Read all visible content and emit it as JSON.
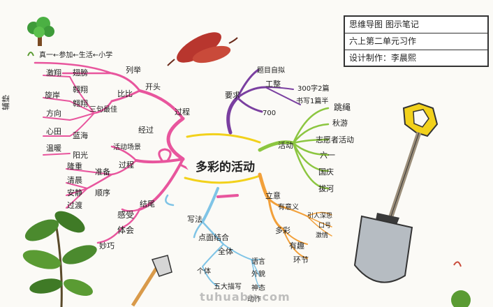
{
  "header": {
    "title": "思维导图 图示笔记",
    "unit": "六上第二单元习作",
    "designer": "设计制作：李晨熙"
  },
  "center": "多彩的活动",
  "left_top": {
    "chain": "真一←参加←生活←小学",
    "fuzhu": "辅垫",
    "list1": [
      "激翔",
      "旋岸",
      "方向",
      "心田",
      "温暖"
    ],
    "list2": [
      "翅膀",
      "翱翔",
      "翱翔",
      "蓝海",
      "阳光"
    ],
    "branch_liechu": "列举",
    "branch_bihua": "比比",
    "branch_sanju": "三句最佳",
    "branch_kaitou": "开头",
    "branch_guocheng": "过程"
  },
  "left_mid": {
    "jingguo": "经过",
    "huodong_changjing": "活动场景",
    "guocheng2": "过程",
    "zhunbei": "准备",
    "shunxu": "顺序",
    "longzhong": "隆重",
    "qingchen": "清晨",
    "anjing": "安静",
    "guodu": "过渡"
  },
  "left_bottom": {
    "ganshou": "感受",
    "tihui": "体会",
    "jiewei": "结尾",
    "jiqiao": "妙巧"
  },
  "right_top": {
    "yaoqiu": "要求",
    "tizi_ziba": "题目自拟",
    "wancheng": "工整",
    "items": [
      "300字2篇",
      "书写1篇半"
    ],
    "num700": "700"
  },
  "right_mid": {
    "huodong": "活动",
    "items": [
      "跳绳",
      "秋游",
      "志愿者活动",
      "六一",
      "国庆",
      "拔河"
    ]
  },
  "right_bottom": {
    "liyi": "立意",
    "youyiyi": "有意义",
    "duocai": "多彩",
    "youqu": "有趣",
    "huanjie": "环节",
    "yinren": "引人深思",
    "kouhao": "口号",
    "jiqing": "激情"
  },
  "bottom_mid": {
    "xiefa": "写法",
    "dianmian": "点面结合",
    "zhengti": "全体",
    "geti": "个体",
    "wuda": "五大描写",
    "yuyan": "语言",
    "waimao": "外貌",
    "shentai": "神态",
    "dongzuo": "动作"
  },
  "watermark": "tuhuabu.com",
  "colors": {
    "pink": "#e8559d",
    "purple": "#7a3fa0",
    "green": "#8cc640",
    "orange": "#f2a03a",
    "blue": "#7fc4e6",
    "yellow": "#f2d11b"
  }
}
